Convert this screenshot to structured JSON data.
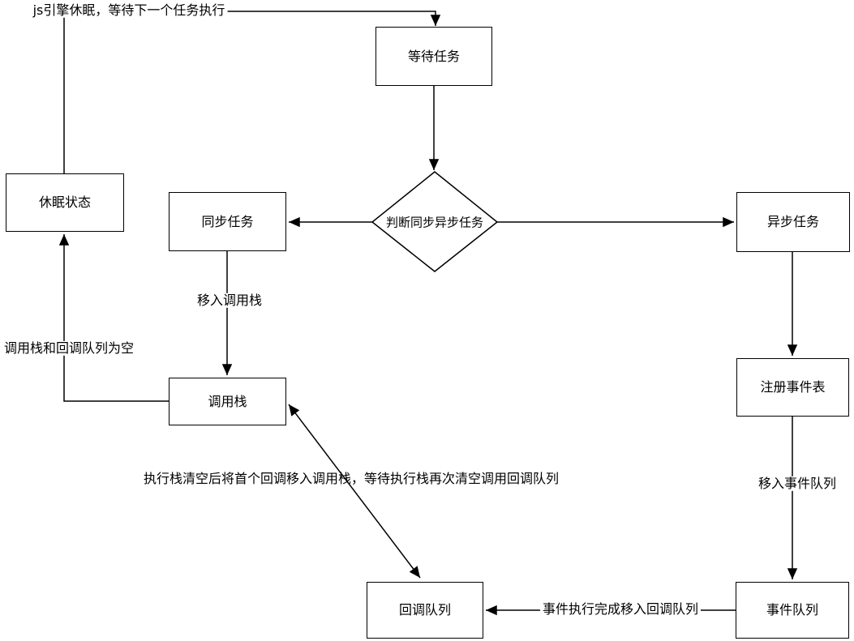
{
  "diagram": {
    "description": "flowchart of js event loop task handling",
    "colors": {
      "background": "#ffffff",
      "stroke": "#000000",
      "node_fill": "#ffffff",
      "text": "#000000"
    },
    "nodes": {
      "wait_task": {
        "shape": "rect",
        "label": "等待任务"
      },
      "sleep_state": {
        "shape": "rect",
        "label": "休眠状态"
      },
      "sync_task": {
        "shape": "rect",
        "label": "同步任务"
      },
      "decision": {
        "shape": "diamond",
        "label": "判断同步异步任务"
      },
      "async_task": {
        "shape": "rect",
        "label": "异步任务"
      },
      "call_stack": {
        "shape": "rect",
        "label": "调用栈"
      },
      "register_event_table": {
        "shape": "rect",
        "label": "注册事件表"
      },
      "event_queue": {
        "shape": "rect",
        "label": "事件队列"
      },
      "callback_queue": {
        "shape": "rect",
        "label": "回调队列"
      }
    },
    "edge_labels": {
      "engine_sleep": "js引擎休眠，等待下一个任务执行",
      "move_to_call_stack": "移入调用栈",
      "stack_and_queue_empty": "调用栈和回调队列为空",
      "move_to_event_queue": "移入事件队列",
      "event_done_move_to_callback_queue": "事件执行完成移入回调队列",
      "exec_stack_clear_note": "执行栈清空后将首个回调移入调用栈，等待执行栈再次清空调用回调队列"
    }
  }
}
